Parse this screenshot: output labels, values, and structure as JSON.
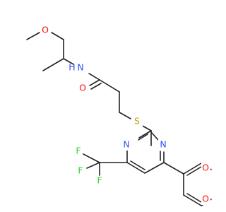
{
  "colors": {
    "bond": "#222222",
    "oxygen": "#ff0d0d",
    "nitrogen": "#3050f8",
    "sulfur": "#b8a400",
    "fluorine": "#33cc33"
  },
  "atoms": {
    "o_methoxy": "O",
    "n_amide": "N",
    "h_amide": "H",
    "o_carbonyl": "O",
    "s_thioether": "S",
    "n_ring_top": "N",
    "n_ring_left": "N",
    "o_dioxole_top": "O",
    "o_dioxole_bottom": "O",
    "f_1": "F",
    "f_2": "F",
    "f_3": "F"
  }
}
